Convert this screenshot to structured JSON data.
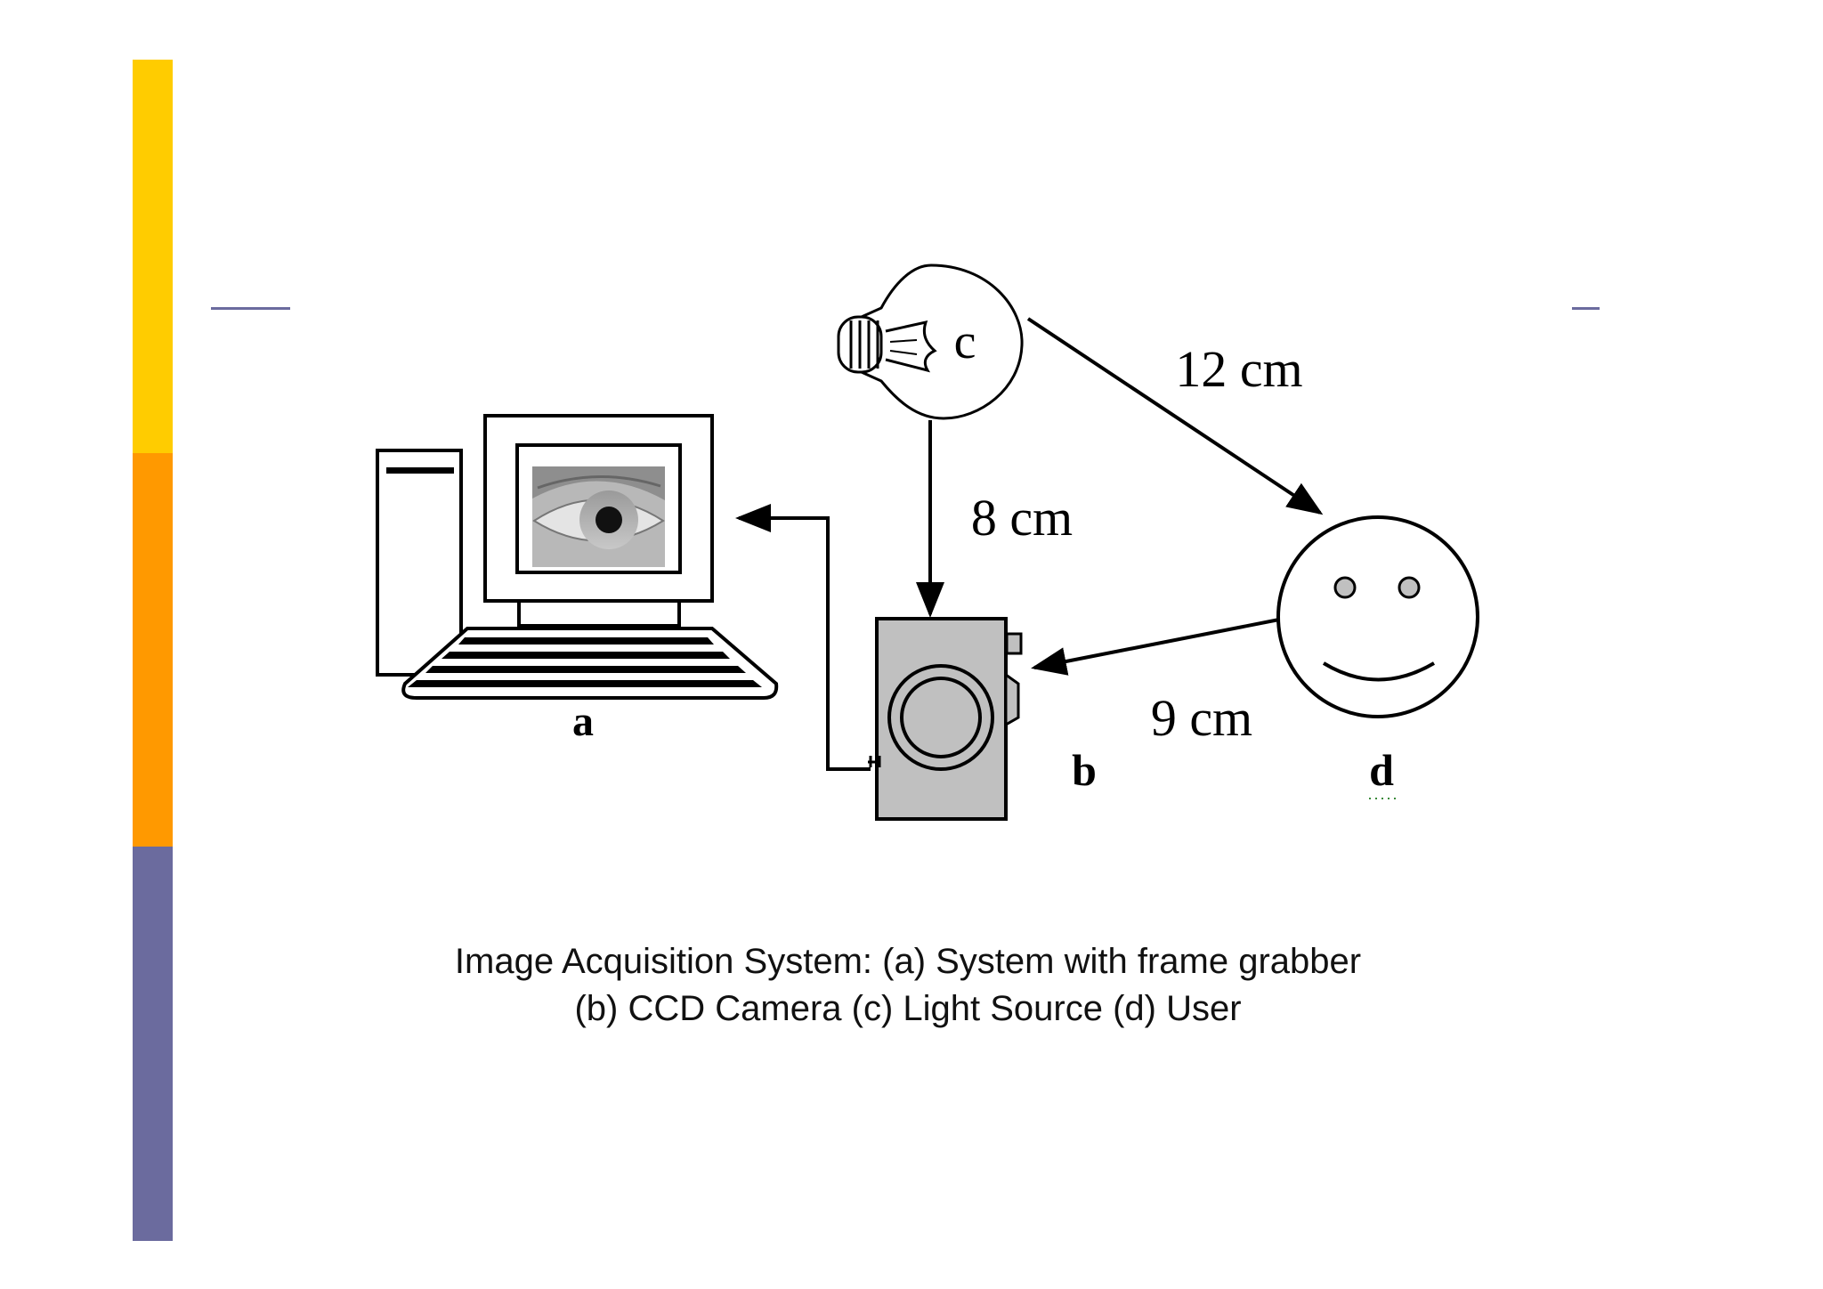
{
  "diagram": {
    "labels": {
      "a": "a",
      "b": "b",
      "c": "c",
      "d": "d"
    },
    "distances": {
      "light_to_user": "12 cm",
      "light_to_camera": "8 cm",
      "user_to_camera": "9 cm"
    }
  },
  "caption": {
    "line1": "Image Acquisition System: (a) System with frame grabber",
    "line2": "(b) CCD Camera (c) Light Source (d) User"
  },
  "colors": {
    "accent_yellow": "#FFCC00",
    "accent_orange": "#FF9900",
    "accent_purple": "#6B6B9E",
    "rule": "#6B6B9E",
    "camera_body": "#C0C0C0"
  },
  "icons": {
    "computer": "desktop-computer-icon",
    "camera": "camera-icon",
    "light": "light-bulb-icon",
    "user": "smiley-face-icon"
  }
}
